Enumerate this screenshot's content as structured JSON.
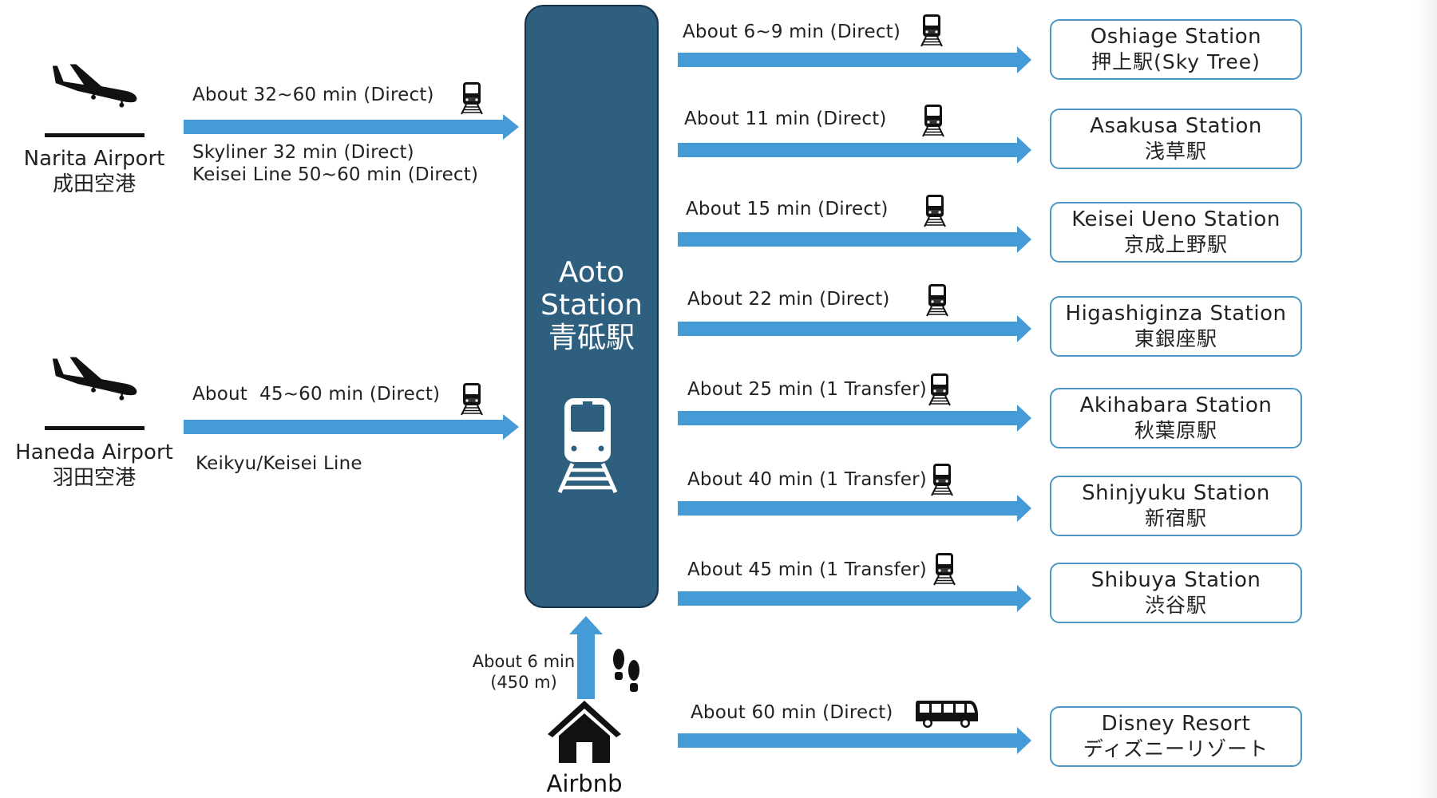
{
  "colors": {
    "arrow": "#459bd6",
    "station_fill": "#2e5f7f",
    "destination_border": "#4a96c4",
    "icon": "#111111"
  },
  "hub": {
    "name_en_line1": "Aoto",
    "name_en_line2": "Station",
    "name_ja": "青砥駅",
    "icon": "train-icon"
  },
  "airports": [
    {
      "name_en": "Narita Airport",
      "name_ja": "成田空港",
      "icon": "airplane-landing-icon",
      "route_label": "About 32~60 min (Direct)",
      "route_icon": "train-icon",
      "details": [
        "Skyliner 32 min (Direct)",
        "Keisei Line 50~60 min (Direct)"
      ]
    },
    {
      "name_en": "Haneda Airport",
      "name_ja": "羽田空港",
      "icon": "airplane-landing-icon",
      "route_label": "About  45~60 min (Direct)",
      "route_icon": "train-icon",
      "details": [
        "Keikyu/Keisei Line"
      ]
    }
  ],
  "access": {
    "origin": "Airbnb",
    "origin_icon": "house-icon",
    "walk_label_line1": "About 6 min",
    "walk_label_line2": "(450 m)",
    "walk_icon": "footprints-icon"
  },
  "destinations": [
    {
      "route_label": "About 6~9 min (Direct)",
      "mode_icon": "train-icon",
      "name_en": "Oshiage Station",
      "name_ja": "押上駅(Sky Tree)"
    },
    {
      "route_label": "About 11 min (Direct)",
      "mode_icon": "train-icon",
      "name_en": "Asakusa Station",
      "name_ja": "浅草駅"
    },
    {
      "route_label": "About 15 min (Direct)",
      "mode_icon": "train-icon",
      "name_en": "Keisei Ueno Station",
      "name_ja": "京成上野駅"
    },
    {
      "route_label": "About 22 min (Direct)",
      "mode_icon": "train-icon",
      "name_en": "Higashiginza Station",
      "name_ja": "東銀座駅"
    },
    {
      "route_label": "About 25 min (1 Transfer)",
      "mode_icon": "train-icon",
      "name_en": "Akihabara Station",
      "name_ja": "秋葉原駅"
    },
    {
      "route_label": "About 40 min (1 Transfer)",
      "mode_icon": "train-icon",
      "name_en": "Shinjyuku Station",
      "name_ja": "新宿駅"
    },
    {
      "route_label": "About 45 min (1 Transfer)",
      "mode_icon": "train-icon",
      "name_en": "Shibuya Station",
      "name_ja": "渋谷駅"
    },
    {
      "route_label": "About 60 min (Direct)",
      "mode_icon": "bus-icon",
      "name_en": "Disney Resort",
      "name_ja": "ディズニーリゾート"
    }
  ]
}
